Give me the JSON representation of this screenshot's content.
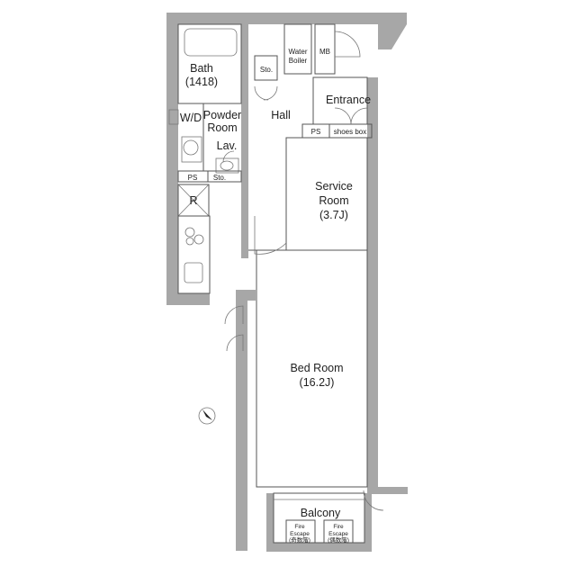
{
  "rooms": {
    "bath": {
      "name": "Bath",
      "size": "(1418)"
    },
    "wd": "W/D",
    "powder": {
      "line1": "Powder",
      "line2": "Room"
    },
    "lav": "Lav.",
    "hall": "Hall",
    "entrance": "Entrance",
    "service": {
      "line1": "Service",
      "line2": "Room",
      "size": "(3.7J)"
    },
    "bedroom": {
      "name": "Bed Room",
      "size": "(16.2J)"
    },
    "balcony": "Balcony"
  },
  "fixtures": {
    "sto_top": "Sto.",
    "sto_lav": "Sto.",
    "water_boiler": {
      "line1": "Water",
      "line2": "Boiler"
    },
    "mb": "MB",
    "ps_entrance": "PS",
    "shoes_box": "shoes box",
    "ps_lav": "PS",
    "fridge": "R"
  },
  "fire_escapes": [
    {
      "line1": "Fire",
      "line2": "Escape",
      "line3": "(奇数階)"
    },
    {
      "line1": "Fire",
      "line2": "Escape",
      "line3": "(偶数階)"
    }
  ],
  "colors": {
    "wall": "#a7a7a7",
    "line": "#555555"
  },
  "icons": {
    "north": "compass-north-icon"
  }
}
